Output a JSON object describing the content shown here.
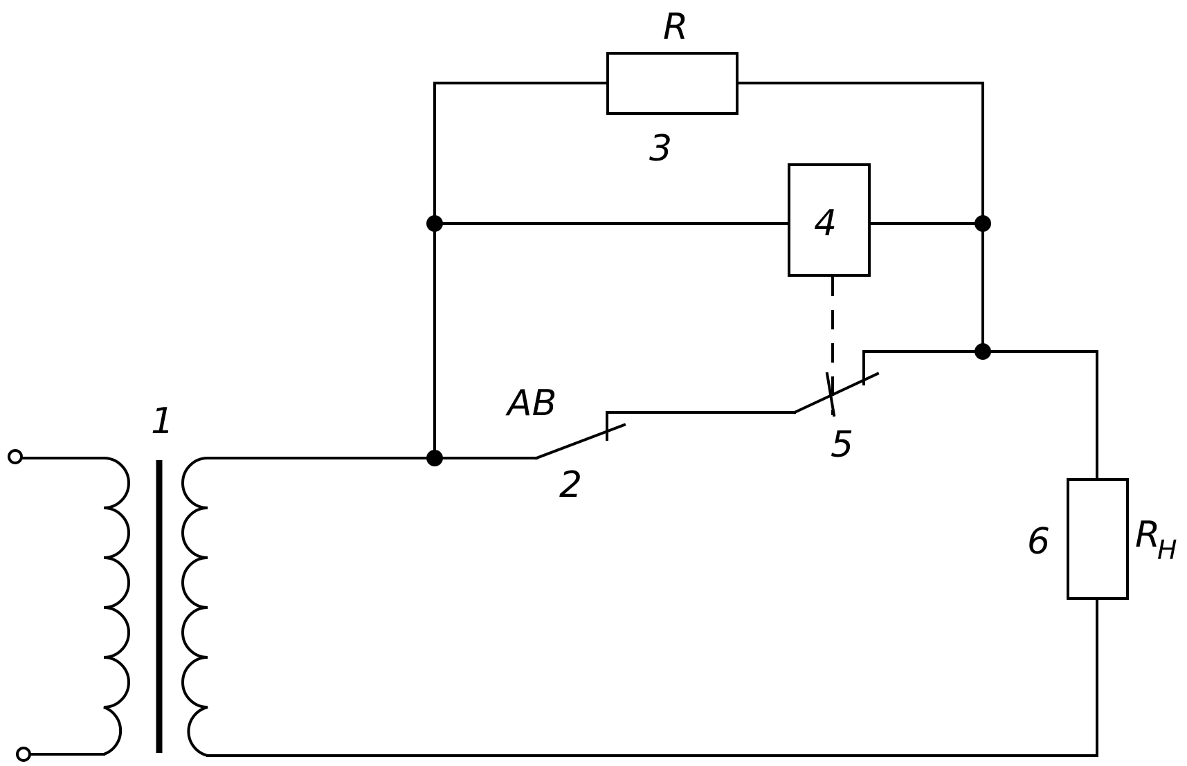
{
  "diagram": {
    "labels": {
      "transformer_number": "1",
      "switch_main_name": "AB",
      "switch_main_number": "2",
      "resistor_name": "R",
      "resistor_number": "3",
      "relay_number": "4",
      "contact_number": "5",
      "load_number": "6",
      "load_name": "R",
      "load_subscript": "H"
    },
    "colors": {
      "line": "#000000",
      "background": "#ffffff"
    }
  }
}
